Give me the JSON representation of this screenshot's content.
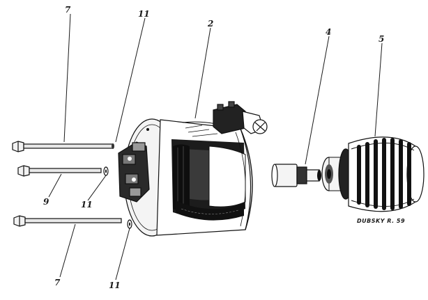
{
  "diagram": {
    "callouts": {
      "bolt_top": "7",
      "washer_top": "11",
      "housing": "2",
      "coupling": "4",
      "armature": "5",
      "bolt_middle": "9",
      "washer_middle": "11",
      "bolt_bottom": "7",
      "washer_bottom": "11"
    },
    "signature": "DUBSKY R. 59"
  }
}
